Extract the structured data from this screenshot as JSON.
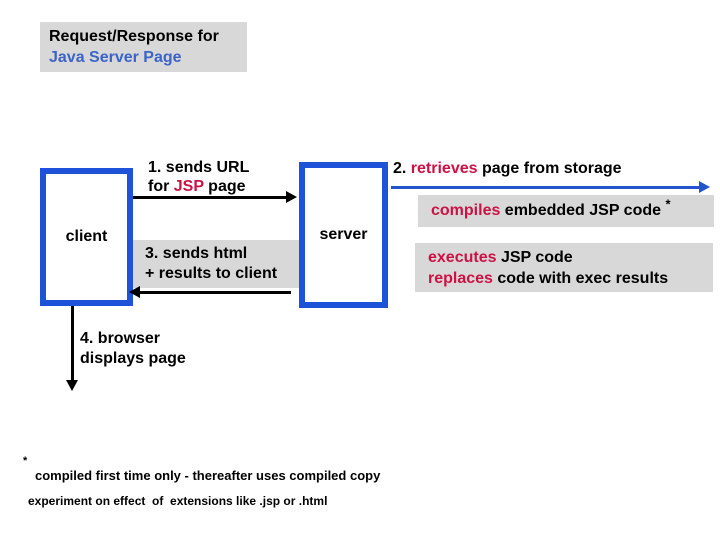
{
  "colors": {
    "accent_red": "#cc1244",
    "node_border_blue": "#1d52d9",
    "arrow_blue": "#2255cc",
    "title_blue": "#3c64c8",
    "gray_box_bg": "#d8d8d8",
    "background": "#ffffff",
    "text": "#000000"
  },
  "title": {
    "line1": "Request/Response for",
    "line2": "Java Server Page"
  },
  "diagram": {
    "client_label": "client",
    "server_label": "server",
    "step1": {
      "line1": "1. sends URL",
      "line2_prefix": "for ",
      "line2_accent": "JSP",
      "line2_suffix": " page"
    },
    "step2": {
      "prefix": "2. ",
      "accent": "retrieves",
      "suffix": " page from storage"
    },
    "compiles": {
      "accent": "compiles",
      "suffix": " embedded JSP code ",
      "superscript": "*"
    },
    "step3": {
      "line1": "3. sends html",
      "line2": "+ results to client"
    },
    "executes": {
      "line1_accent": "executes",
      "line1_suffix": " JSP code",
      "line2_accent": "replaces",
      "line2_suffix": " code with exec results"
    },
    "step4": {
      "line1": "4. browser",
      "line2": "displays page"
    }
  },
  "footnotes": {
    "marker": "*",
    "line1": "compiled first time only - thereafter uses compiled copy",
    "line2": "experiment on effect  of  extensions like .jsp or .html"
  }
}
